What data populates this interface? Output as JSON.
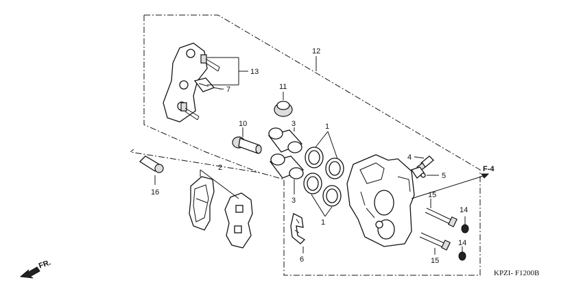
{
  "diagram": {
    "drawing_code": "KPZI- F1200B",
    "direction_label": "FR.",
    "section_ref": "F-4",
    "callouts": {
      "c1_top": "1",
      "c1_bottom": "1",
      "c2": "2",
      "c3_top": "3",
      "c3_bottom": "3",
      "c4": "4",
      "c5": "5",
      "c6": "6",
      "c7": "7",
      "c10": "10",
      "c11": "11",
      "c12": "12",
      "c13": "13",
      "c14_top": "14",
      "c14_bottom": "14",
      "c15_top": "15",
      "c15_bottom": "15",
      "c16": "16"
    }
  }
}
